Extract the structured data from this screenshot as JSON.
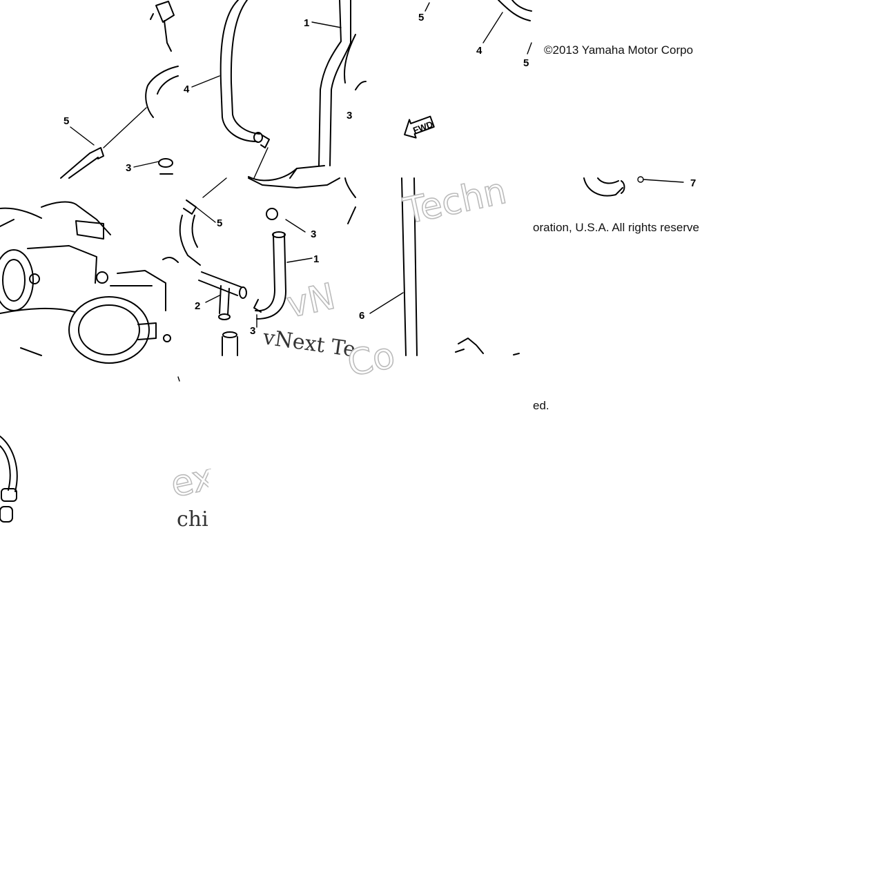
{
  "copyright": {
    "line1": "©2013 Yamaha Motor Corpo",
    "line2": "oration, U.S.A. All rights reserve",
    "line3": "ed."
  },
  "fwd_label": "FWD",
  "watermarks": {
    "techn_right": "Techn",
    "vnext_text": "vNext Te",
    "vn_frag": "vN",
    "co_frag": "Co",
    "ex_frag": "ex",
    "chi_frag": "chi"
  },
  "callouts": [
    "5",
    "3",
    "4",
    "1",
    "3",
    "5",
    "4",
    "5",
    "7",
    "5",
    "3",
    "1",
    "2",
    "3",
    "6"
  ]
}
